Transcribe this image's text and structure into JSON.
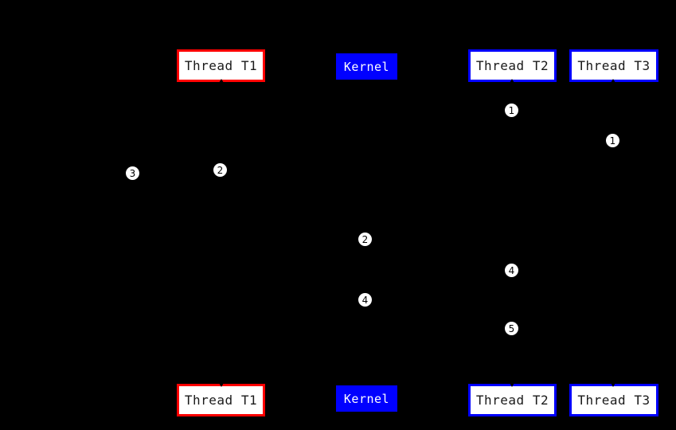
{
  "diagram": {
    "type": "thread-kernel-sequence-diagram",
    "background": "#000000",
    "nodes": {
      "thread_t1": "Thread T1",
      "kernel": "Kernel",
      "thread_t2": "Thread T2",
      "thread_t3": "Thread T3"
    },
    "colors": {
      "thread_t1_border": "#ff0000",
      "thread_t2_border": "#0000ff",
      "thread_t3_border": "#0000ff",
      "kernel_fill": "#0000ff",
      "node_fill": "#ffffff",
      "node_text": "#000000",
      "kernel_text": "#ffffff",
      "marker_fill": "#ffffff",
      "marker_text": "#000000"
    },
    "markers": [
      {
        "label": "1"
      },
      {
        "label": "1"
      },
      {
        "label": "2"
      },
      {
        "label": "3"
      },
      {
        "label": "2"
      },
      {
        "label": "4"
      },
      {
        "label": "4"
      },
      {
        "label": "5"
      }
    ]
  }
}
